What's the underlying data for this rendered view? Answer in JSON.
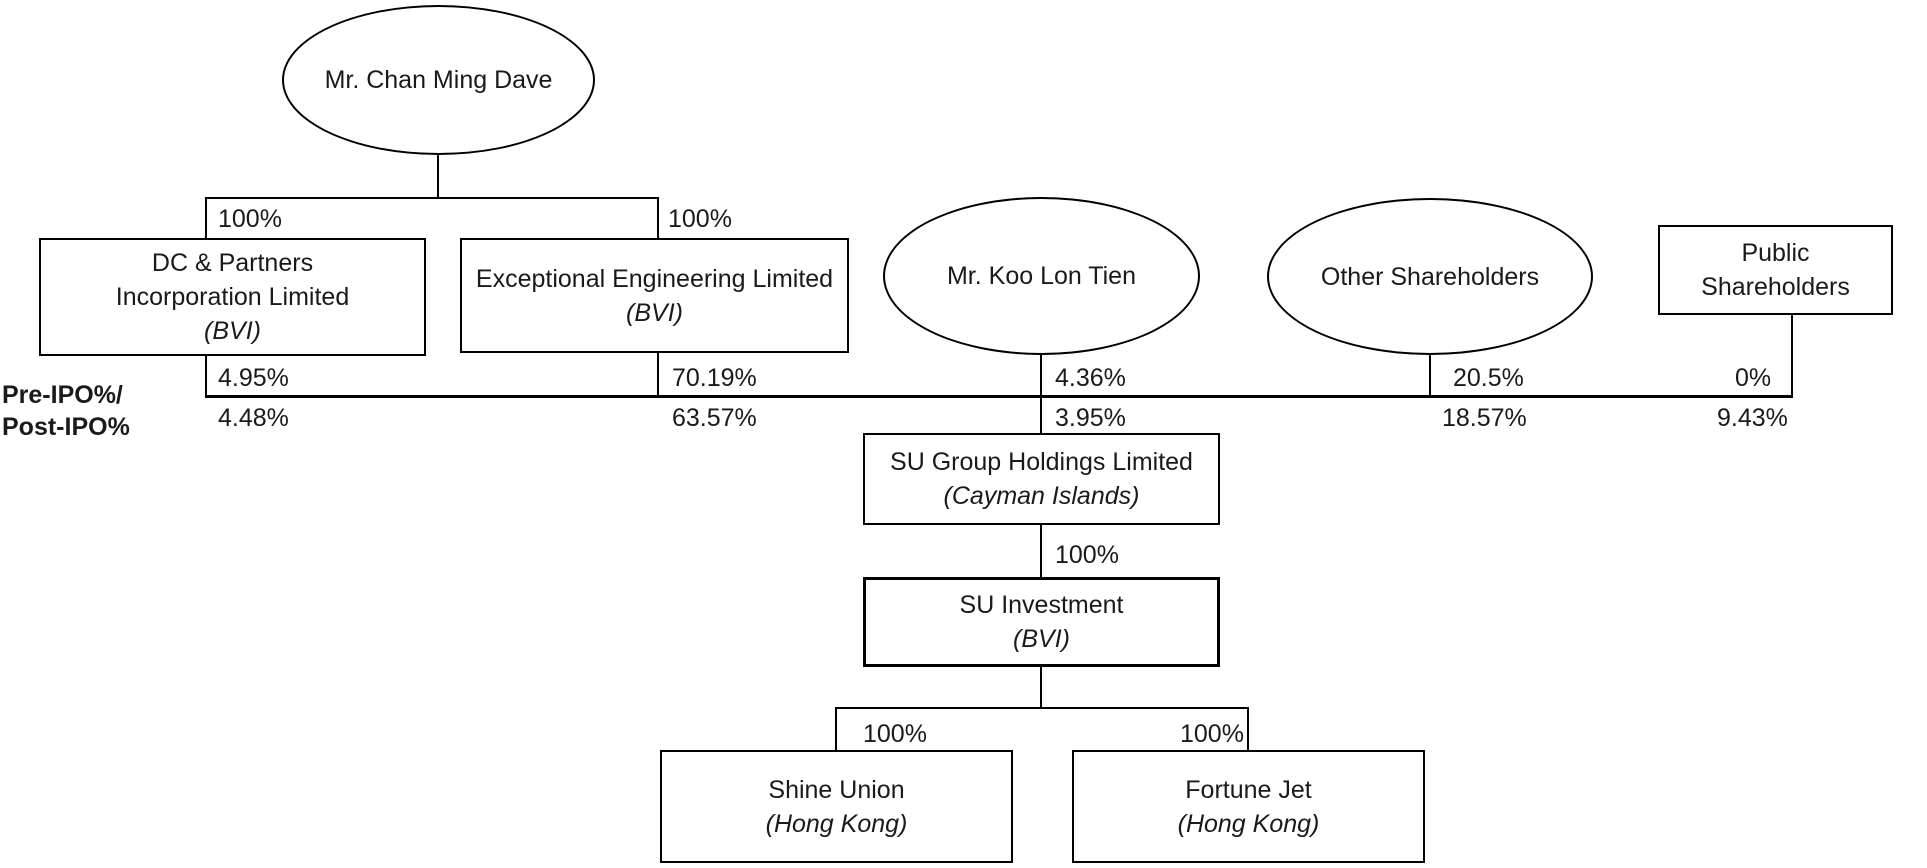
{
  "nodes": {
    "chan": {
      "label": "Mr. Chan Ming Dave"
    },
    "dc": {
      "line1": "DC & Partners",
      "line2": "Incorporation Limited",
      "jurisdiction": "(BVI)"
    },
    "exceptional": {
      "line1": "Exceptional Engineering Limited",
      "jurisdiction": "(BVI)"
    },
    "koo": {
      "label": "Mr. Koo Lon Tien"
    },
    "other": {
      "label": "Other Shareholders"
    },
    "public": {
      "line1": "Public",
      "line2": "Shareholders"
    },
    "su_group": {
      "line1": "SU Group Holdings Limited",
      "jurisdiction": "(Cayman Islands)"
    },
    "su_investment": {
      "line1": "SU Investment",
      "jurisdiction": "(BVI)"
    },
    "shine": {
      "line1": "Shine Union",
      "jurisdiction": "(Hong Kong)"
    },
    "fortune": {
      "line1": "Fortune Jet",
      "jurisdiction": "(Hong Kong)"
    }
  },
  "legend": {
    "pre": "Pre-IPO%/",
    "post": "Post-IPO%"
  },
  "ownership": {
    "chan_dc": "100%",
    "chan_exceptional": "100%",
    "dc_pre": "4.95%",
    "dc_post": "4.48%",
    "exceptional_pre": "70.19%",
    "exceptional_post": "63.57%",
    "koo_pre": "4.36%",
    "koo_post": "3.95%",
    "other_pre": "20.5%",
    "other_post": "18.57%",
    "public_pre": "0%",
    "public_post": "9.43%",
    "group_to_investment": "100%",
    "investment_to_shine": "100%",
    "investment_to_fortune": "100%"
  }
}
